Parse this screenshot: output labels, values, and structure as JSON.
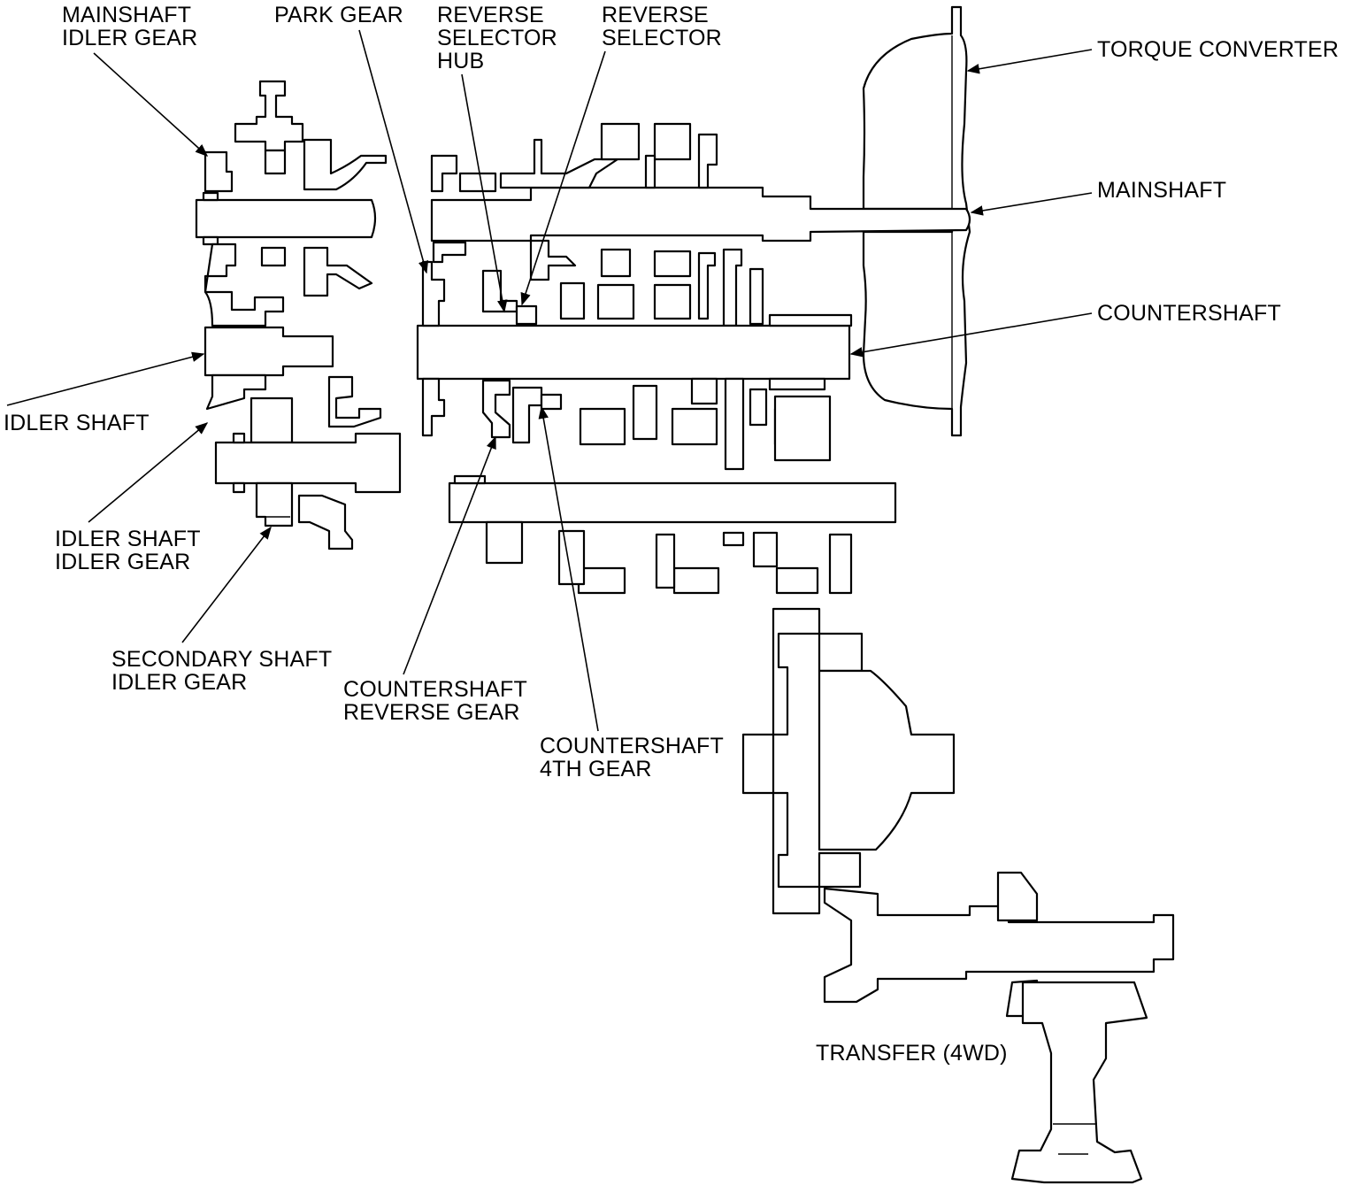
{
  "colors": {
    "line": "#000000",
    "background": "#ffffff"
  },
  "labels": {
    "mainshaft_idler_gear": [
      "MAINSHAFT",
      "IDLER GEAR"
    ],
    "park_gear": [
      "PARK GEAR"
    ],
    "reverse_selector_hub": [
      "REVERSE",
      "SELECTOR",
      "HUB"
    ],
    "reverse_selector": [
      "REVERSE",
      "SELECTOR"
    ],
    "torque_converter": [
      "TORQUE CONVERTER"
    ],
    "mainshaft": [
      "MAINSHAFT"
    ],
    "countershaft": [
      "COUNTERSHAFT"
    ],
    "idler_shaft": [
      "IDLER SHAFT"
    ],
    "idler_shaft_idler_gear": [
      "IDLER SHAFT",
      "IDLER GEAR"
    ],
    "secondary_shaft_idler_gear": [
      "SECONDARY SHAFT",
      "IDLER GEAR"
    ],
    "countershaft_reverse_gear": [
      "COUNTERSHAFT",
      "REVERSE GEAR"
    ],
    "countershaft_4th_gear": [
      "COUNTERSHAFT",
      "4TH GEAR"
    ],
    "transfer_4wd": [
      "TRANSFER (4WD)"
    ]
  }
}
